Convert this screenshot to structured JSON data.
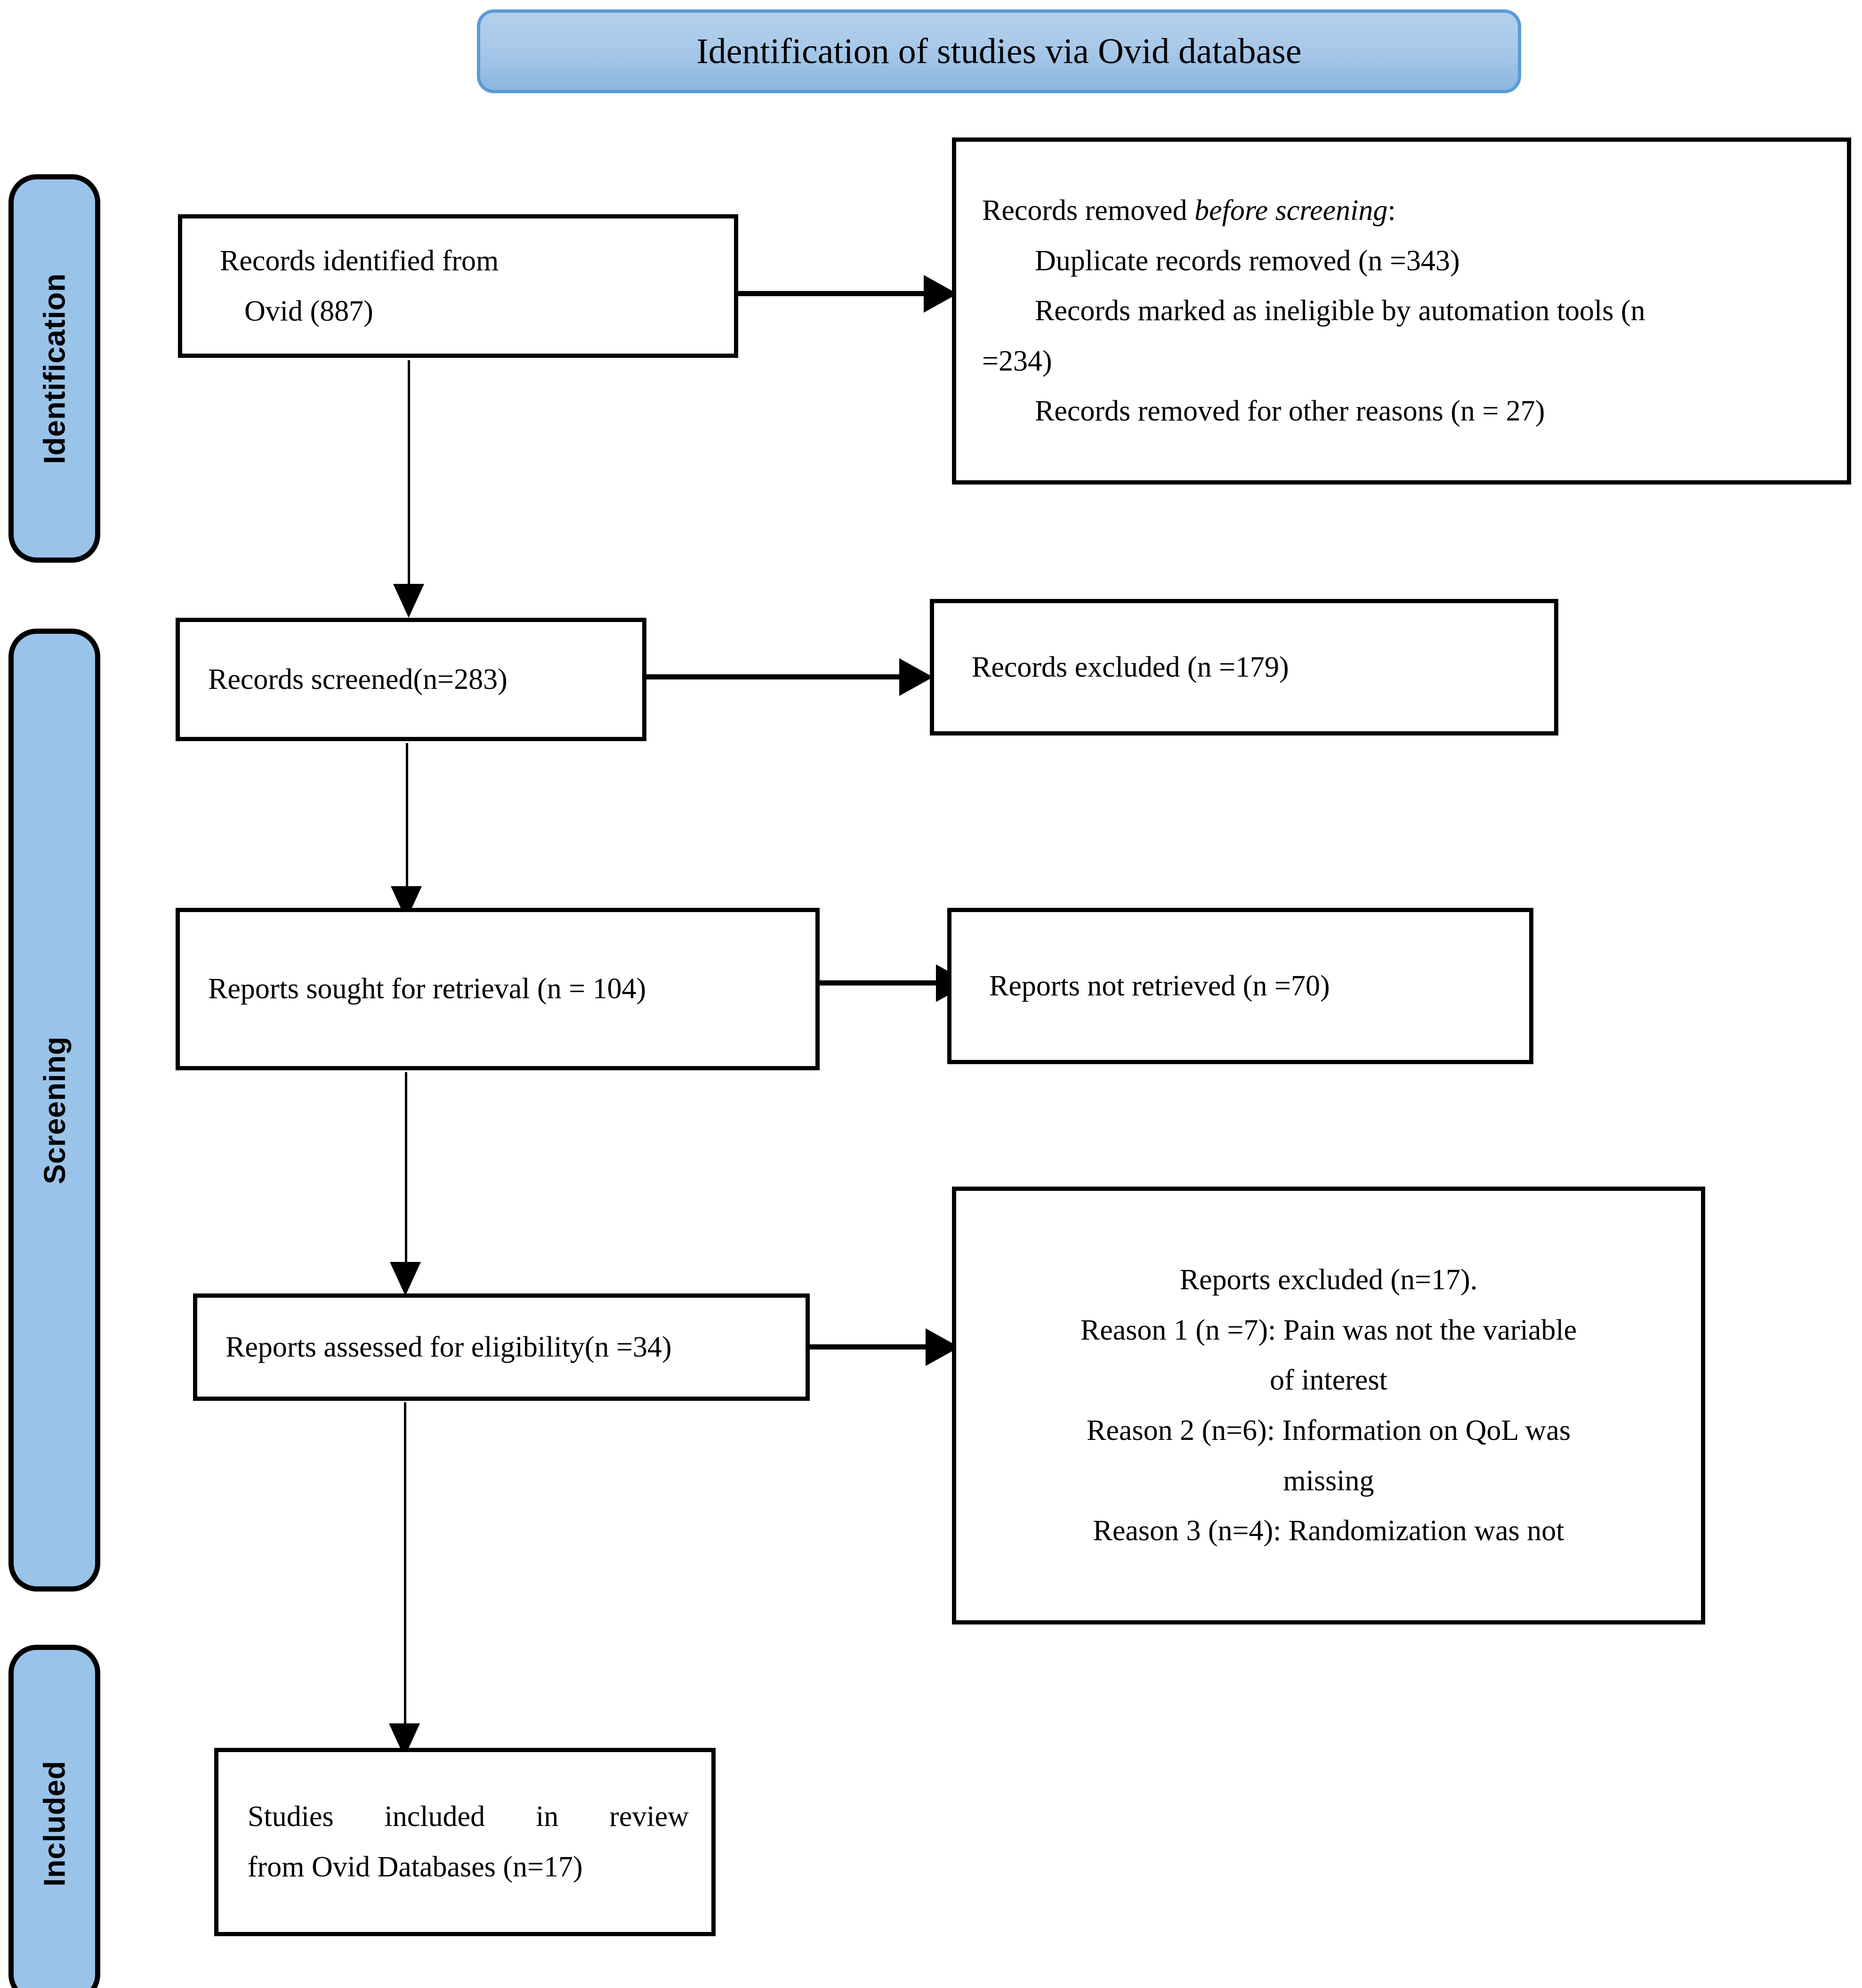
{
  "header": {
    "title": "Identification of studies via Ovid database"
  },
  "phases": [
    {
      "id": "identification",
      "label": "Identification"
    },
    {
      "id": "screening",
      "label": "Screening"
    },
    {
      "id": "included",
      "label": "Included"
    }
  ],
  "boxes": {
    "records_identified": {
      "line1": "Records identified from",
      "line2": "Ovid (887)"
    },
    "records_removed": {
      "heading_prefix": "Records removed ",
      "heading_italic": "before screening",
      "heading_suffix": ":",
      "item1": "Duplicate records removed (n =343)",
      "item2": "Records marked as ineligible by automation tools (n",
      "item2b": "=234)",
      "item3": "Records removed for other reasons (n = 27)"
    },
    "records_screened": {
      "text": "Records screened(n=283)"
    },
    "records_excluded": {
      "text": "Records excluded (n =179)"
    },
    "reports_sought": {
      "text": "Reports sought for retrieval (n = 104)"
    },
    "reports_not_retrieved": {
      "text": "Reports not retrieved (n =70)"
    },
    "reports_assessed": {
      "text": "Reports assessed for eligibility(n =34)"
    },
    "reports_excluded": {
      "line1": "Reports excluded (n=17).",
      "line2": "Reason 1 (n =7): Pain was not the variable",
      "line3": "of interest",
      "line4": "Reason 2 (n=6): Information on QoL was",
      "line5": "missing",
      "line6": "Reason 3 (n=4): Randomization was not"
    },
    "studies_included": {
      "line1": "Studies included in review",
      "line2": "from Ovid Databases (n=17)"
    }
  },
  "colors": {
    "phase_tab_fill": "#9AC3EA",
    "banner_border": "#5B9BD5",
    "banner_fill_top": "#B3D0EC",
    "banner_fill_bottom": "#8CB6E0",
    "box_border": "#000000",
    "box_fill": "#FFFFFF"
  }
}
